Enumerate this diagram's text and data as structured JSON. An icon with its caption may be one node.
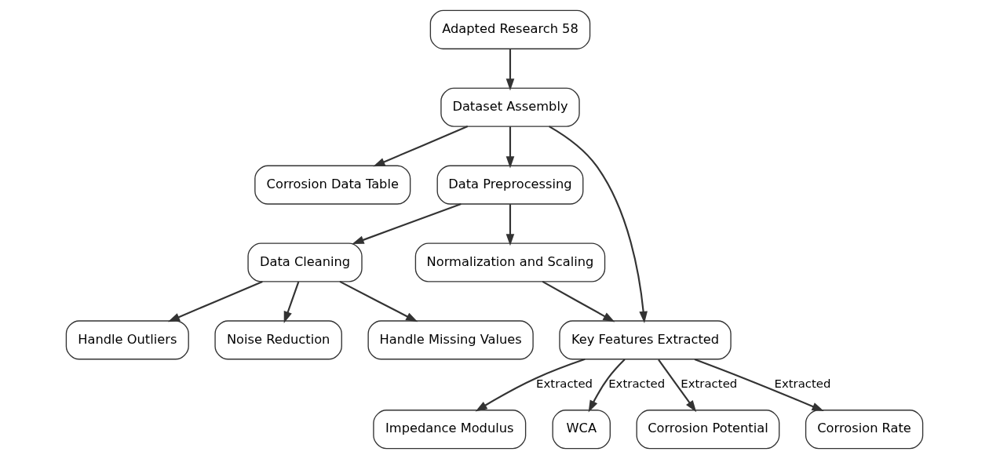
{
  "diagram": {
    "nodes": [
      {
        "text": [
          "Adapted Research 58"
        ]
      },
      {
        "text": [
          "Dataset Assembly"
        ]
      },
      {
        "text": [
          "Corrosion Data Table"
        ]
      },
      {
        "text": [
          "Data Preprocessing"
        ]
      },
      {
        "text": [
          "Normalization and Scaling"
        ]
      },
      {
        "text": [
          "Data Cleaning"
        ]
      },
      {
        "text": [
          "Key Features Extracted"
        ]
      },
      {
        "text": [
          "Handle Missing Values"
        ]
      },
      {
        "text": [
          "Handle Outliers"
        ]
      },
      {
        "text": [
          "Noise Reduction"
        ]
      },
      {
        "text": [
          "Impedance Modulus"
        ]
      },
      {
        "text": [
          "WCA"
        ]
      },
      {
        "text": [
          "Corrosion Potential"
        ]
      },
      {
        "text": [
          "Corrosion Rate"
        ]
      }
    ],
    "edges": [
      {
        "from": 0,
        "to": 1,
        "arrow": "to"
      },
      {
        "from": 1,
        "to": 2,
        "arrow": "to"
      },
      {
        "from": 1,
        "to": 3,
        "arrow": "to"
      },
      {
        "from": 1,
        "to": 6,
        "arrow": "to"
      },
      {
        "from": 3,
        "to": 4,
        "arrow": "to"
      },
      {
        "from": 3,
        "to": 5,
        "arrow": "to"
      },
      {
        "from": 4,
        "to": 6,
        "arrow": "to"
      },
      {
        "from": 5,
        "to": 7,
        "arrow": "to"
      },
      {
        "from": 5,
        "to": 8,
        "arrow": "to"
      },
      {
        "from": 5,
        "to": 9,
        "arrow": "to"
      },
      {
        "from": 6,
        "to": 10,
        "arrow": "to",
        "label": "Extracted"
      },
      {
        "from": 6,
        "to": 11,
        "arrow": "to",
        "label": "Extracted"
      },
      {
        "from": 6,
        "to": 12,
        "arrow": "to",
        "label": "Extracted"
      },
      {
        "from": 6,
        "to": 13,
        "arrow": "to",
        "label": "Extracted"
      }
    ]
  }
}
